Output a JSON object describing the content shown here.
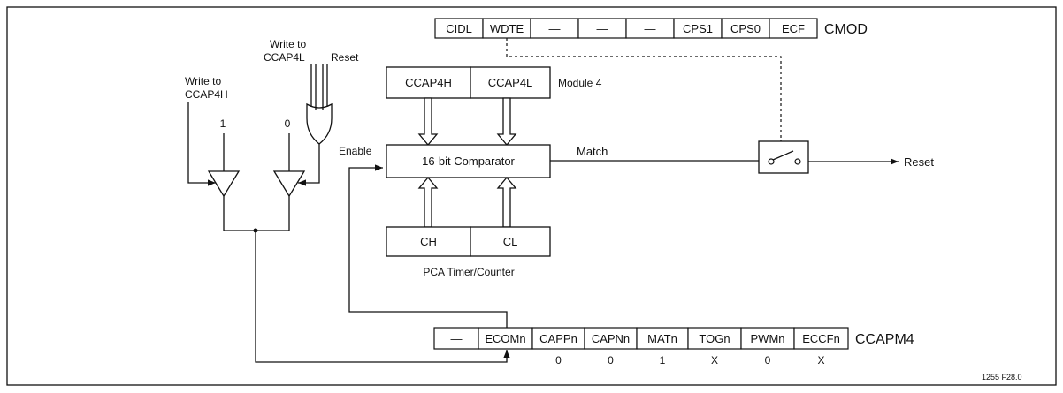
{
  "cmod": {
    "name": "CMOD",
    "bits": [
      "CIDL",
      "WDTE",
      "—",
      "—",
      "—",
      "CPS1",
      "CPS0",
      "ECF"
    ]
  },
  "ccapm": {
    "name": "CCAPM4",
    "bits": [
      "—",
      "ECOMn",
      "CAPPn",
      "CAPNn",
      "MATn",
      "TOGn",
      "PWMn",
      "ECCFn"
    ],
    "values": [
      "",
      "",
      "0",
      "0",
      "1",
      "X",
      "0",
      "X"
    ]
  },
  "capture_regs": [
    "CCAP4H",
    "CCAP4L"
  ],
  "module_label": "Module 4",
  "comparator_label": "16-bit Comparator",
  "timer_regs": [
    "CH",
    "CL"
  ],
  "timer_label": "PCA Timer/Counter",
  "inputs": {
    "write_ccap4h": [
      "Write to",
      "CCAP4H"
    ],
    "write_ccap4l": [
      "Write to",
      "CCAP4L"
    ],
    "reset": "Reset",
    "one": "1",
    "zero": "0"
  },
  "enable_label": "Enable",
  "match_label": "Match",
  "output_label": "Reset",
  "figure_id": "1255 F28.0"
}
